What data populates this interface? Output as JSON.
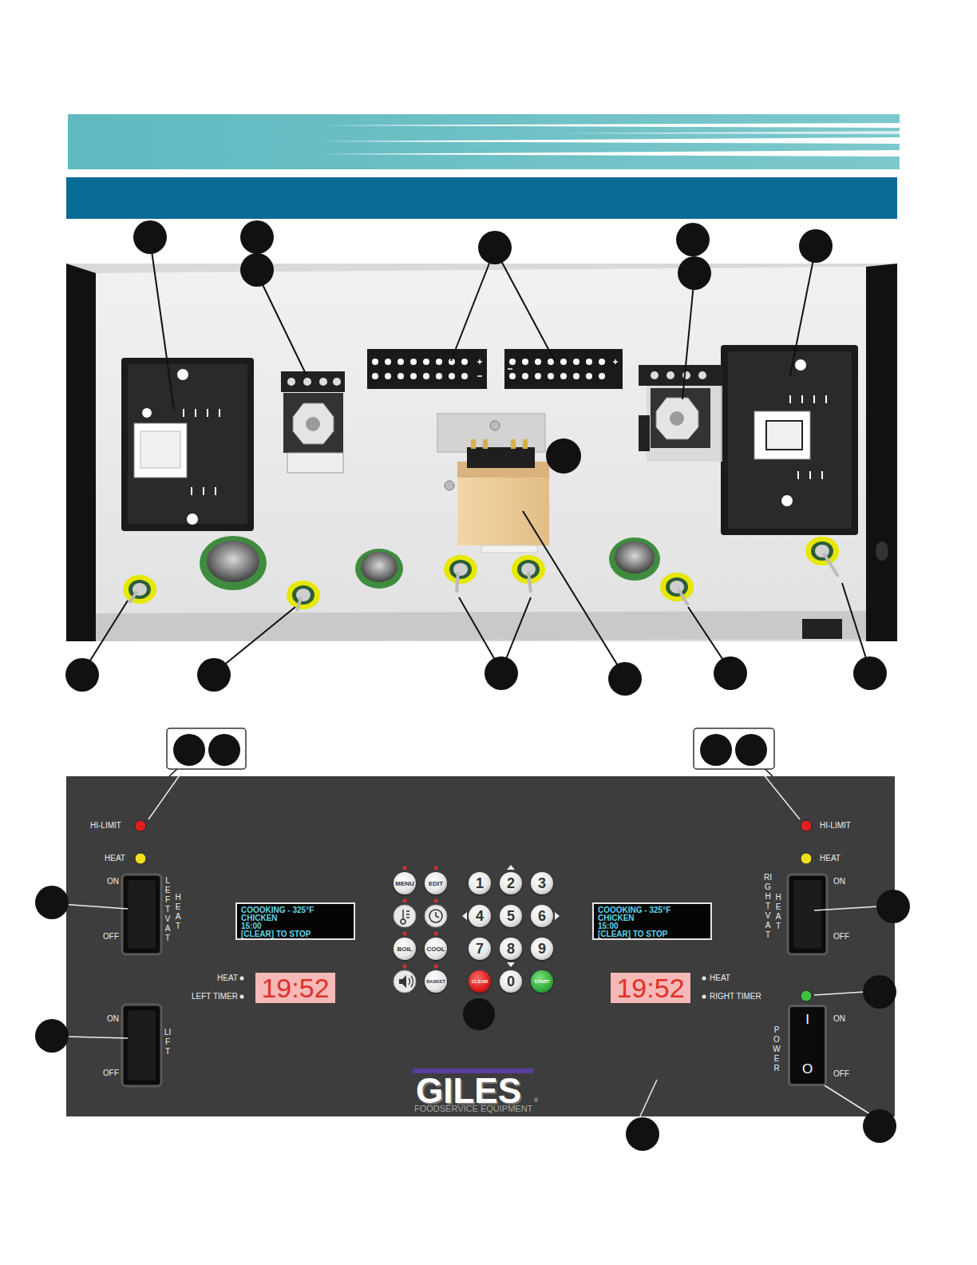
{
  "diagram": {
    "nodes": [
      {
        "text": [
          "COOOKING - 325°F",
          "CHICKEN",
          "15:00",
          "[CLEAR] TO STOP"
        ]
      },
      {
        "text": [
          "19:52"
        ]
      },
      {
        "text": [
          "MENU"
        ]
      },
      {
        "text": [
          "EDIT"
        ]
      },
      {
        "text": [
          "BOIL"
        ]
      },
      {
        "text": [
          "COOL"
        ]
      },
      {
        "text": [
          "BASKET"
        ]
      },
      {
        "text": [
          "1"
        ]
      },
      {
        "text": [
          "2"
        ]
      },
      {
        "text": [
          "3"
        ]
      },
      {
        "text": [
          "4"
        ]
      },
      {
        "text": [
          "5"
        ]
      },
      {
        "text": [
          "6"
        ]
      },
      {
        "text": [
          "7"
        ]
      },
      {
        "text": [
          "8"
        ]
      },
      {
        "text": [
          "9"
        ]
      },
      {
        "text": [
          "CLEAR"
        ]
      },
      {
        "text": [
          "0"
        ]
      },
      {
        "text": [
          "START"
        ]
      },
      {
        "text": [
          "COOOKING - 325°F",
          "CHICKEN",
          "15:00",
          "[CLEAR] TO STOP"
        ]
      },
      {
        "text": [
          "19:52"
        ]
      },
      {
        "text": [
          "I",
          "O"
        ]
      }
    ],
    "labels": [
      "HI-LIMIT",
      "HEAT",
      "ON",
      "OFF",
      "LEFT VAT",
      "HEAT",
      "ON",
      "OFF",
      "LIFT",
      "HEAT",
      "LEFT TIMER",
      "HI-LIMIT",
      "HEAT",
      "RIGHT VAT",
      "HEAT",
      "ON",
      "OFF",
      "HEAT",
      "RIGHT TIMER",
      "POWER",
      "ON",
      "OFF",
      "GILES",
      "FOODSERVICE EQUIPMENT",
      "®"
    ]
  }
}
